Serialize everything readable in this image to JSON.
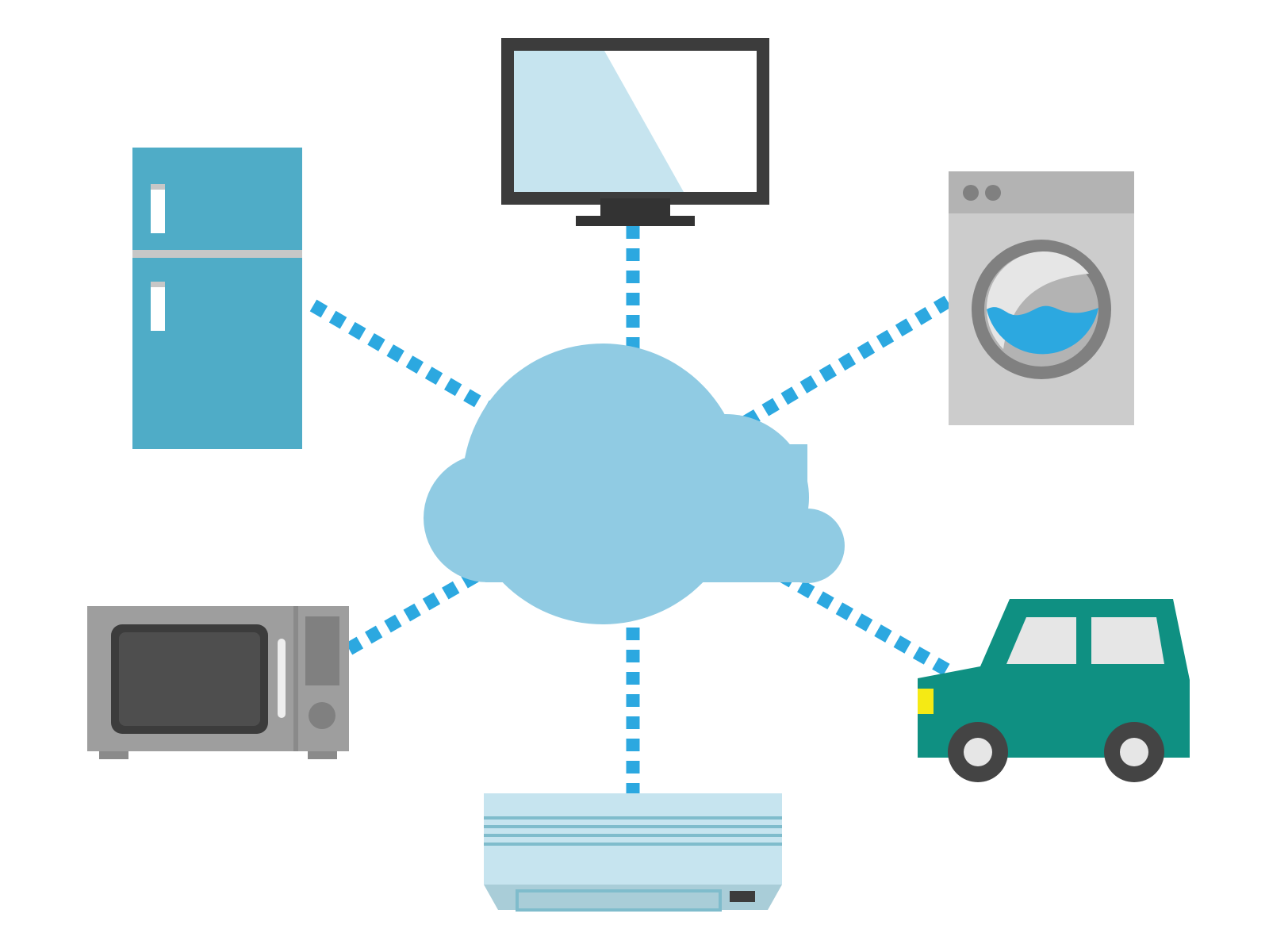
{
  "diagram": {
    "hub": {
      "kind": "cloud",
      "icon": "cloud-icon"
    },
    "devices": [
      {
        "id": "tv",
        "icon": "tv-icon"
      },
      {
        "id": "refrigerator",
        "icon": "refrigerator-icon"
      },
      {
        "id": "washing-machine",
        "icon": "washing-machine-icon"
      },
      {
        "id": "microwave",
        "icon": "microwave-icon"
      },
      {
        "id": "car",
        "icon": "car-icon"
      },
      {
        "id": "air-conditioner",
        "icon": "air-conditioner-icon"
      }
    ],
    "connections": [
      {
        "from": "cloud",
        "to": "tv",
        "style": "dashed"
      },
      {
        "from": "cloud",
        "to": "refrigerator",
        "style": "dashed"
      },
      {
        "from": "cloud",
        "to": "washing-machine",
        "style": "dashed"
      },
      {
        "from": "cloud",
        "to": "microwave",
        "style": "dashed"
      },
      {
        "from": "cloud",
        "to": "car",
        "style": "dashed"
      },
      {
        "from": "cloud",
        "to": "air-conditioner",
        "style": "dashed"
      }
    ]
  },
  "colors": {
    "connector": "#2ca8e0",
    "cloud": "#90cbe3",
    "fridge": "#4facc7",
    "tv_frame": "#3c3c3c",
    "tv_screen": "#c6e4ef",
    "washer_body": "#cccccc",
    "washer_top": "#b3b3b3",
    "washer_water": "#2ca8e0",
    "microwave_body": "#9e9e9e",
    "microwave_window": "#4e4e4e",
    "car_body": "#0f9082",
    "car_window": "#e6e6e6",
    "car_light": "#f5ea14",
    "ac_body": "#c6e4ef",
    "ac_lines": "#7fbccc"
  }
}
